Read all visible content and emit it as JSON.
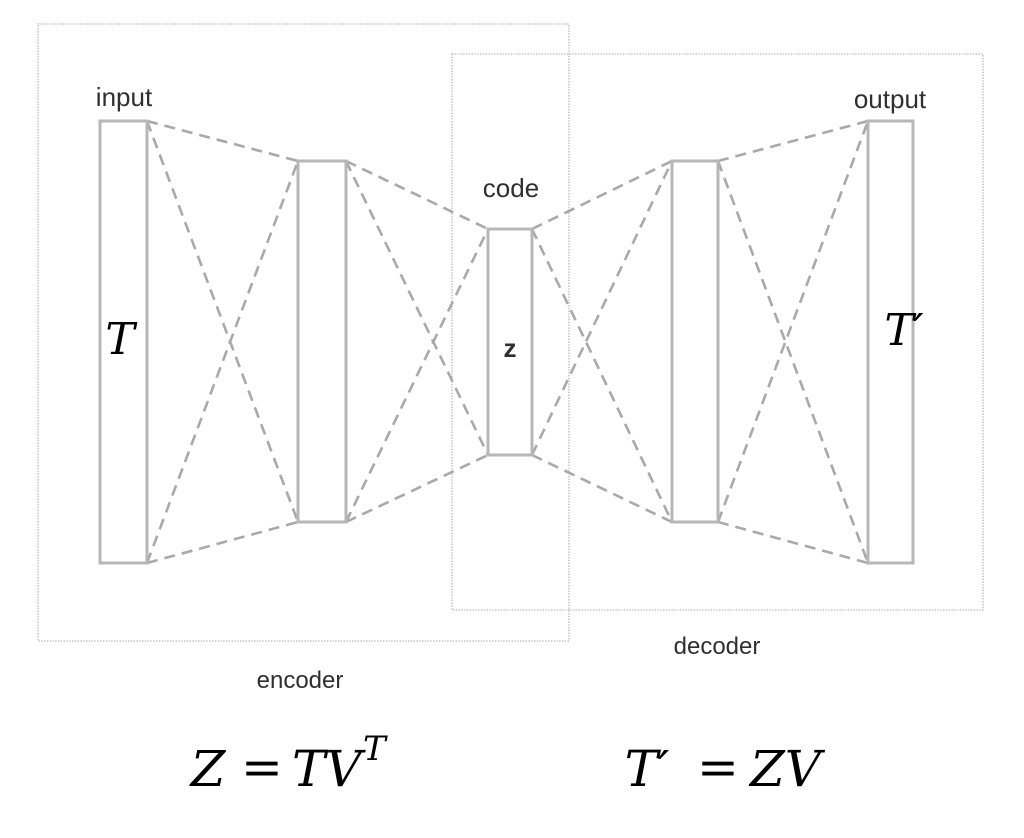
{
  "labels": {
    "input": "input",
    "output": "output",
    "code": "code",
    "z": "z",
    "encoder": "encoder",
    "decoder": "decoder",
    "T": "T",
    "T_prime": "T′"
  },
  "equations": {
    "encode": {
      "lhs": "Z",
      "eq": "=",
      "rhs": "TV",
      "sup": "T"
    },
    "decode": {
      "lhs": "T′",
      "eq": "=",
      "rhs": "ZV"
    }
  }
}
